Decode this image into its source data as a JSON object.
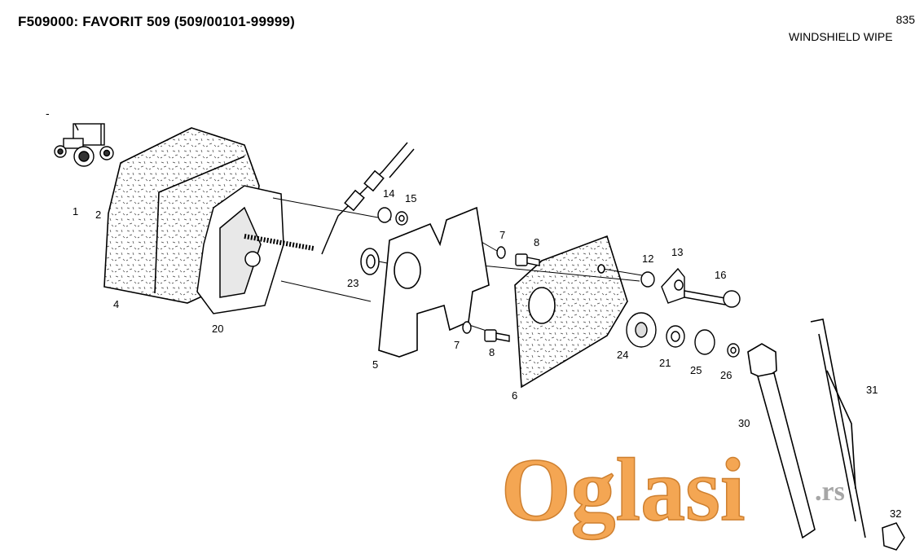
{
  "header": {
    "title": "F509000: FAVORIT 509 (509/00101-99999)",
    "page_number": "835",
    "section": "WINDSHIELD WIPE",
    "dash": "-"
  },
  "icons": {
    "tractor": "tractor-icon"
  },
  "callouts": [
    "1",
    "2",
    "4",
    "20",
    "14",
    "15",
    "23",
    "5",
    "7",
    "8",
    "7",
    "8",
    "6",
    "12",
    "13",
    "16",
    "24",
    "21",
    "25",
    "26",
    "30",
    "31",
    "32"
  ],
  "watermark": {
    "text": "Oglasi",
    "suffix": ".rs",
    "color": "#f39a3c"
  }
}
